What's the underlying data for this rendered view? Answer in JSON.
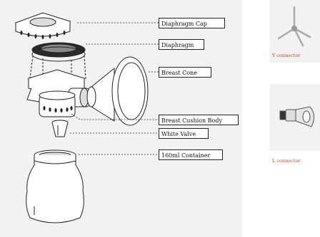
{
  "diagram": {
    "parts": [
      {
        "label": "Diaphragm Cap"
      },
      {
        "label": "Diaphragm"
      },
      {
        "label": "Breast Cone"
      },
      {
        "label": "Breast Cushion Body"
      },
      {
        "label": "White Valve"
      },
      {
        "label": "160ml Container"
      }
    ]
  },
  "sidebar": {
    "y_connector": {
      "caption": "Y connector",
      "icon": "y-connector-icon"
    },
    "l_connector": {
      "caption": "L connector",
      "icon": "l-connector-icon"
    }
  },
  "colors": {
    "panel": "#f2f2f2",
    "caption": "#b44a2a",
    "line": "#222222"
  }
}
